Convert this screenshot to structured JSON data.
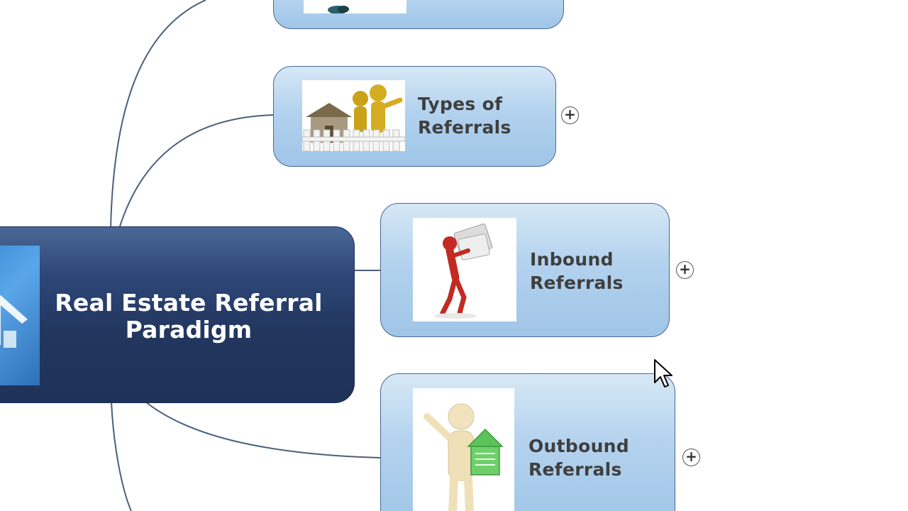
{
  "central_topic": {
    "title": "Real Estate Referral\nParadigm",
    "icon": "house-icon"
  },
  "subtopics": [
    {
      "label": "",
      "image": "clipart-top-partial",
      "expandable": false
    },
    {
      "label": "Types of\nReferrals",
      "image": "clipart-figures-at-house",
      "expandable": true,
      "expander_label": "+"
    },
    {
      "label": "Inbound\nReferrals",
      "image": "clipart-figure-carrying-newspapers",
      "expandable": true,
      "expander_label": "+"
    },
    {
      "label": "Outbound\nReferrals",
      "image": "clipart-figure-holding-house-sign",
      "expandable": true,
      "expander_label": "+"
    }
  ],
  "colors": {
    "central_dark": "#1f3258",
    "central_light": "#4a6796",
    "topic_fill": "#b3d2ee",
    "topic_border": "#4a6690",
    "label_text": "#3f3f3f",
    "connector": "#4b5f7a"
  }
}
